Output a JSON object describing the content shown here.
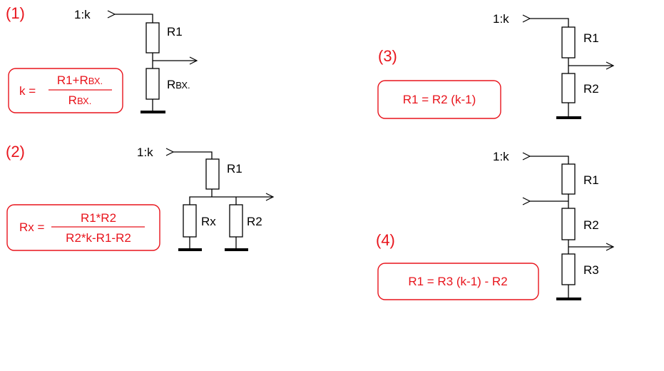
{
  "colors": {
    "formula": "#e8141c",
    "wire": "#000000",
    "background": "#ffffff"
  },
  "diagrams": [
    {
      "id": "1",
      "number_label": "(1)",
      "input_label": "1:k",
      "resistors": [
        "R1",
        "R",
        "ВХ."
      ],
      "resistor_labels": {
        "r1": "R1",
        "rbx_main": "R",
        "rbx_sub": "ВХ."
      },
      "formula": {
        "lhs": "k =",
        "numerator": "R1+RВХ.",
        "denominator": "RВХ."
      }
    },
    {
      "id": "2",
      "number_label": "(2)",
      "input_label": "1:k",
      "resistor_labels": {
        "r1": "R1",
        "rx": "Rx",
        "r2": "R2"
      },
      "formula": {
        "lhs": "Rx =",
        "numerator": "R1*R2",
        "denominator": "R2*k-R1-R2"
      }
    },
    {
      "id": "3",
      "number_label": "(3)",
      "input_label": "1:k",
      "resistor_labels": {
        "r1": "R1",
        "r2": "R2"
      },
      "formula": {
        "text": "R1 = R2 (k-1)"
      }
    },
    {
      "id": "4",
      "number_label": "(4)",
      "input_label": "1:k",
      "resistor_labels": {
        "r1": "R1",
        "r2": "R2",
        "r3": "R3"
      },
      "formula": {
        "text": "R1 = R3 (k-1) - R2"
      }
    }
  ]
}
